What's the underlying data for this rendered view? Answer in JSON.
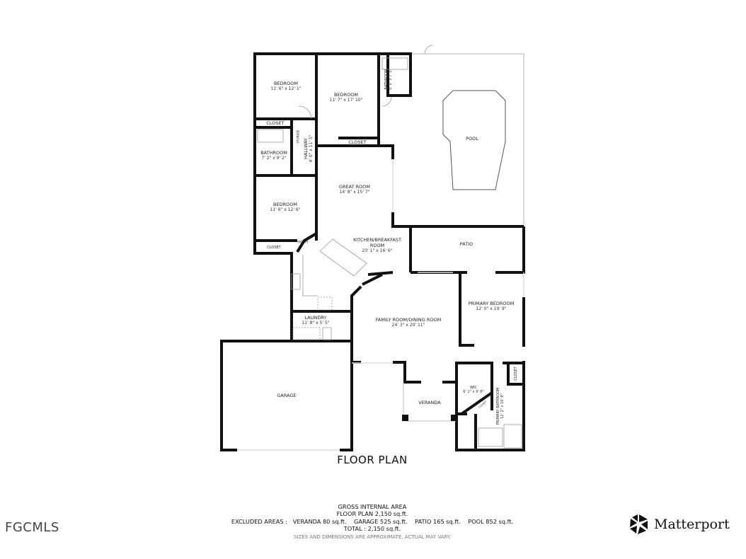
{
  "rooms": {
    "bedroom1": {
      "name": "BEDROOM",
      "dims": "11' 6\" x 12' 1\""
    },
    "bedroom2": {
      "name": "BEDROOM",
      "dims": "11' 7\" x 17' 10\""
    },
    "bedroom3": {
      "name": "BEDROOM",
      "dims": "11' 6\" x 12' 6\""
    },
    "bathroom_small": {
      "name": "BATHROOM",
      "dims": "6' 0\" x 7' 5\""
    },
    "bathroom": {
      "name": "BATHROOM",
      "dims": "7' 2\" x 9' 2\""
    },
    "hallway": {
      "name": "HALLWAY",
      "dims": "4' 0\" x 11' 5\""
    },
    "closet_a": {
      "name": "CLOSET"
    },
    "closet_b": {
      "name": "CLOSET"
    },
    "closet_c": {
      "name": "CLOSET"
    },
    "closet_d": {
      "name": "CLOSET"
    },
    "storage": {
      "name": "STORAGE"
    },
    "pantry": {
      "name": "PANTRY"
    },
    "pool": {
      "name": "POOL"
    },
    "great_room": {
      "name": "GREAT ROOM",
      "dims": "14' 8\" x 15' 7\""
    },
    "kitchen": {
      "name": "KITCHEN/BREAKFAST",
      "name2": "ROOM",
      "dims": "23' 1\" x 16' 6\""
    },
    "patio": {
      "name": "PATIO"
    },
    "family": {
      "name": "FAMILY ROOM/DINING ROOM",
      "dims": "24' 3\" x 20' 11\""
    },
    "primary_bedroom": {
      "name": "PRIMARY BEDROOM",
      "dims": "12' 0\" x 19' 9\""
    },
    "laundry": {
      "name": "LAUNDRY",
      "dims": "11' 8\" x 5' 5\""
    },
    "garage": {
      "name": "GARAGE"
    },
    "veranda": {
      "name": "VERANDA"
    },
    "wic": {
      "name": "WIC",
      "dims": "6' 1\" x 9' 8\""
    },
    "wic_closet": {
      "name": "CLOSET"
    },
    "primary_bathroom": {
      "name": "PRIMARY BATHROOM",
      "dims": "12' 2\" x 10' 8\""
    }
  },
  "title": "FLOOR PLAN",
  "area": {
    "heading": "GROSS INTERNAL AREA",
    "floor_plan": "FLOOR PLAN 2,150 sq.ft.",
    "excluded_label": "EXCLUDED AREAS :",
    "veranda": "VERANDA 80 sq.ft.",
    "garage": "GARAGE 525 sq.ft.",
    "patio": "PATIO 165 sq.ft.",
    "pool": "POOL 852 sq.ft.",
    "total": "TOTAL :  2,150 sq.ft.",
    "note": "SIZES AND DIMENSIONS ARE APPROXIMATE, ACTUAL MAY VARY."
  },
  "watermark": "FGCMLS",
  "brand": {
    "logo_text": "Matterport"
  }
}
